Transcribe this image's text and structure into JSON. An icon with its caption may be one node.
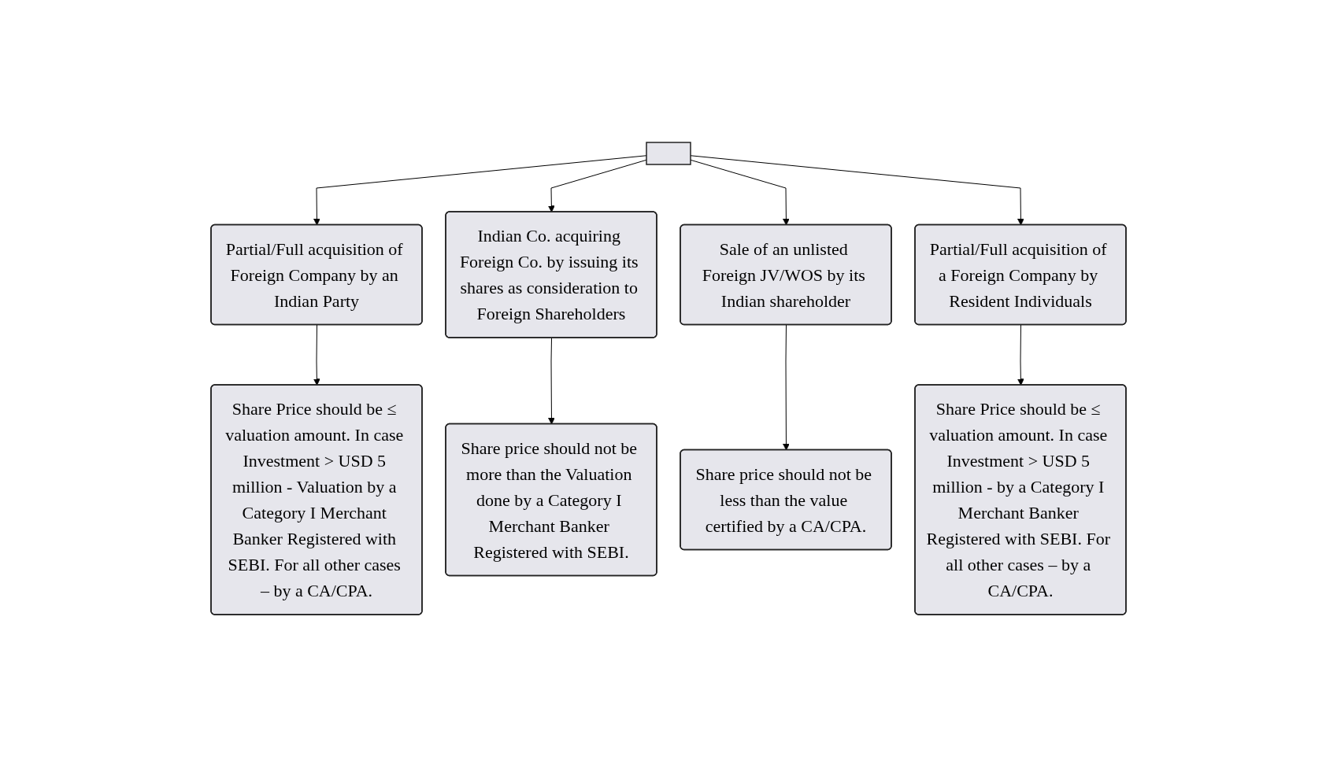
{
  "diagram": {
    "nodes": [
      {
        "text": [],
        "shape": "box"
      },
      {
        "text": [
          "Partial/Full acquisition of Foreign Company by an Indian Party"
        ]
      },
      {
        "text": [
          "Indian Co. acquiring Foreign Co. by issuing its shares as consideration to Foreign Shareholders"
        ]
      },
      {
        "text": [
          "Sale of an unlisted Foreign JV/WOS by its Indian shareholder"
        ]
      },
      {
        "text": [
          "Partial/Full acquisition of a Foreign Company by Resident Individuals"
        ]
      },
      {
        "text": [
          "Share Price should be ≤ valuation amount. In case Investment > USD 5 million - Valuation by a Category I Merchant Banker Registered with SEBI. For all other cases – by a CA/CPA."
        ]
      },
      {
        "text": [
          "Share price should not be more than the Valuation done by a Category I Merchant Banker Registered with SEBI."
        ]
      },
      {
        "text": [
          "Share price should not be less than the value certified by a CA/CPA."
        ]
      },
      {
        "text": [
          "Share Price should be ≤ valuation amount. In case Investment > USD 5 million - by a Category I Merchant Banker Registered with SEBI. For all other cases – by a CA/CPA."
        ]
      }
    ],
    "edges": [
      {
        "from": 0,
        "to": 1,
        "arrow": "to"
      },
      {
        "from": 0,
        "to": 2,
        "arrow": "to"
      },
      {
        "from": 0,
        "to": 3,
        "arrow": "to"
      },
      {
        "from": 0,
        "to": 4,
        "arrow": "to"
      },
      {
        "from": 1,
        "to": 5,
        "arrow": "to"
      },
      {
        "from": 2,
        "to": 6,
        "arrow": "to"
      },
      {
        "from": 3,
        "to": 7,
        "arrow": "to"
      },
      {
        "from": 4,
        "to": 8,
        "arrow": "to"
      }
    ]
  }
}
